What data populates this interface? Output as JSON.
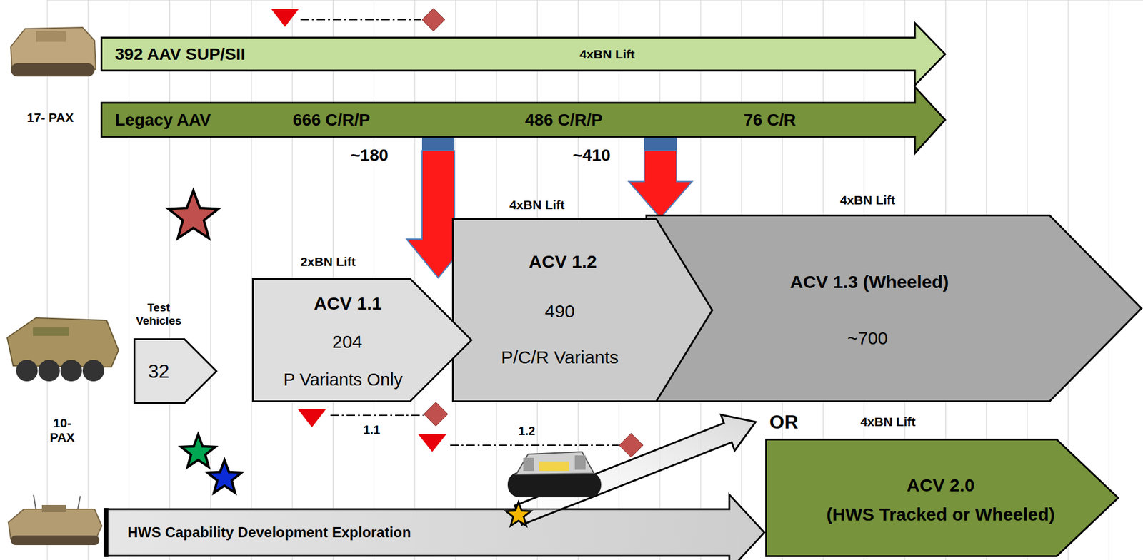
{
  "diagram": {
    "nodes": [
      {
        "text": [
          "392 AAV SUP/SII",
          "4xBN Lift"
        ]
      },
      {
        "text": [
          "Legacy AAV",
          "666 C/R/P",
          "486 C/R/P",
          "76 C/R"
        ]
      },
      {
        "text": [
          "Test Vehicles",
          "32"
        ]
      },
      {
        "text": [
          "2xBN Lift",
          "ACV 1.1",
          "204",
          "P Variants Only"
        ]
      },
      {
        "text": [
          "4xBN Lift",
          "ACV 1.2",
          "490",
          "P/C/R Variants"
        ]
      },
      {
        "text": [
          "4xBN Lift",
          "ACV 1.3 (Wheeled)",
          "~700"
        ]
      },
      {
        "text": [
          "HWS Capability Development Exploration"
        ]
      },
      {
        "text": [
          "4xBN Lift",
          "ACV 2.0",
          "(HWS Tracked or Wheeled)"
        ]
      }
    ],
    "edges": [
      {
        "from": 1,
        "to": 3,
        "arrow": "to",
        "label": "~180"
      },
      {
        "from": 1,
        "to": 4,
        "arrow": "to",
        "label": "~410"
      }
    ],
    "labels": [
      "17- PAX",
      "10- PAX",
      "1.1",
      "1.2",
      "OR"
    ]
  }
}
